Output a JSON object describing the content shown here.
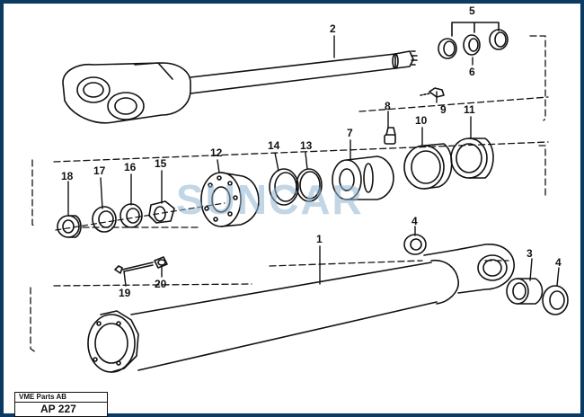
{
  "watermark_text": "SUNCAR",
  "title_block": {
    "company": "VME Parts AB",
    "code": "AP 227"
  },
  "callouts": {
    "c1": "1",
    "c2": "2",
    "c3": "3",
    "c4a": "4",
    "c4b": "4",
    "c5": "5",
    "c6": "6",
    "c7": "7",
    "c8": "8",
    "c9": "9",
    "c10": "10",
    "c11": "11",
    "c12": "12",
    "c13": "13",
    "c14": "14",
    "c15": "15",
    "c16": "16",
    "c17": "17",
    "c18": "18",
    "c19": "19",
    "c20": "20"
  },
  "colors": {
    "frame": "#0b3a62",
    "line": "#111111",
    "watermark": "#8fb4cf"
  }
}
